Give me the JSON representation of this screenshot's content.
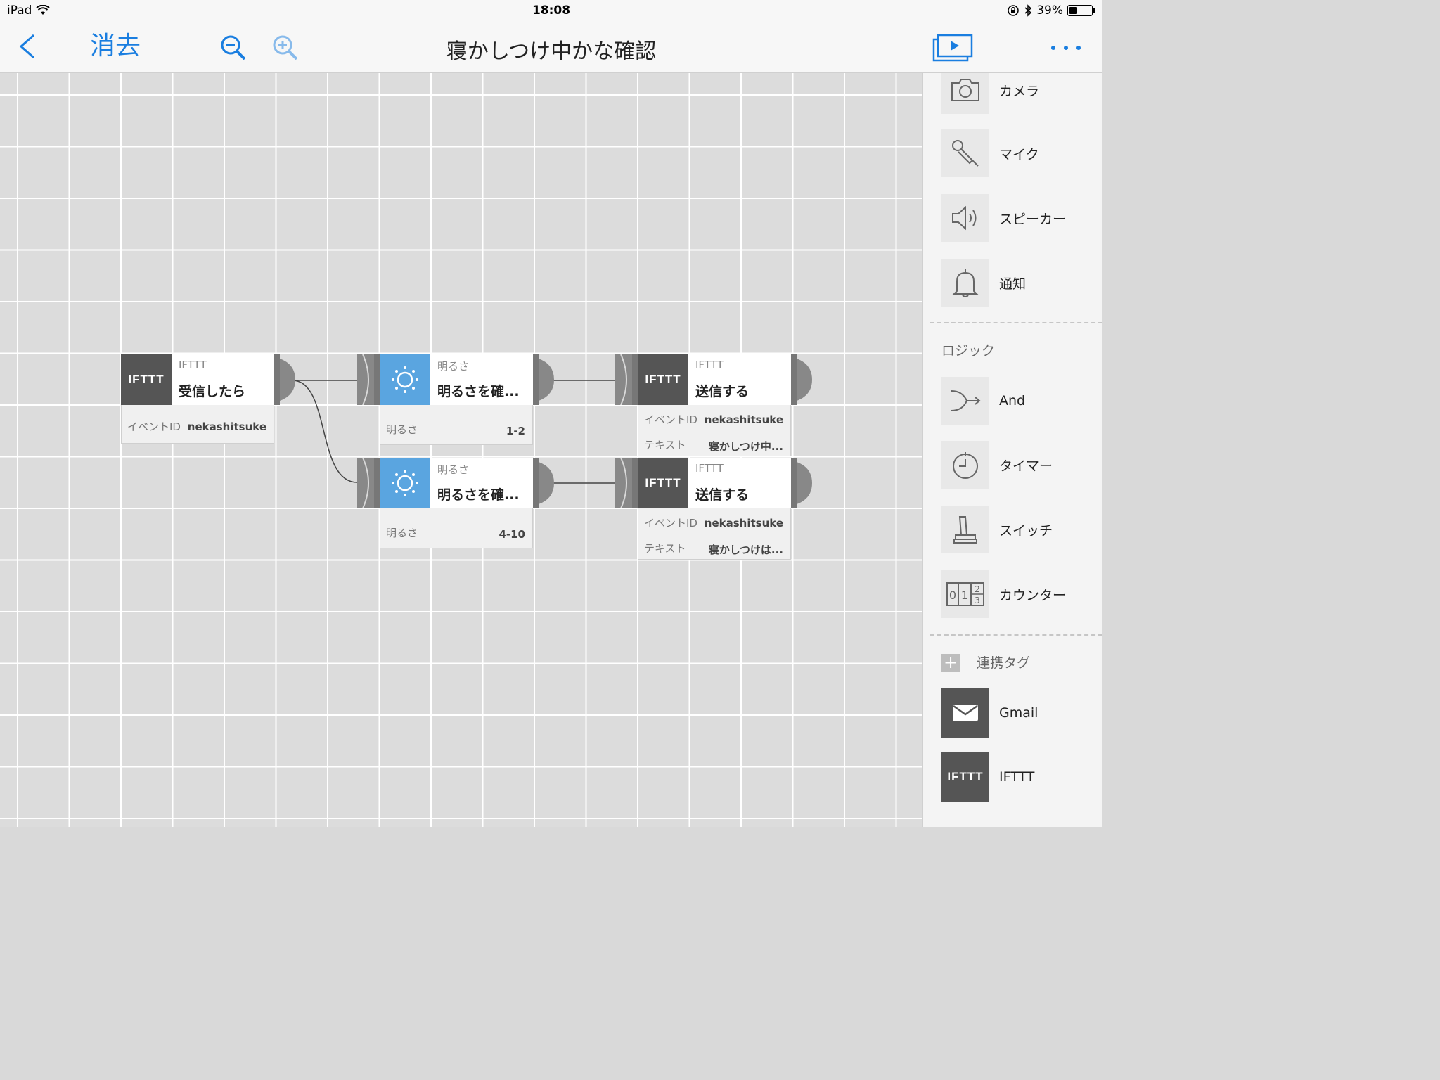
{
  "status": {
    "device": "iPad",
    "time": "18:08",
    "battery": "39%",
    "battery_level": 0.39
  },
  "nav": {
    "delete_label": "消去",
    "title": "寝かしつけ中かな確認"
  },
  "nodes": {
    "n1": {
      "category": "IFTTT",
      "name": "受信したら",
      "icon_text": "IFTTT",
      "props": [
        {
          "key": "イベントID",
          "value": "nekashitsuke"
        }
      ]
    },
    "n2": {
      "category": "明るさ",
      "name": "明るさを確...",
      "props": [
        {
          "key": "明るさ",
          "value": "1-2"
        }
      ]
    },
    "n3": {
      "category": "明るさ",
      "name": "明るさを確...",
      "props": [
        {
          "key": "明るさ",
          "value": "4-10"
        }
      ]
    },
    "n4": {
      "category": "IFTTT",
      "name": "送信する",
      "icon_text": "IFTTT",
      "props": [
        {
          "key": "イベントID",
          "value": "nekashitsuke"
        },
        {
          "key": "テキスト",
          "value": "寝かしつけ中..."
        }
      ]
    },
    "n5": {
      "category": "IFTTT",
      "name": "送信する",
      "icon_text": "IFTTT",
      "props": [
        {
          "key": "イベントID",
          "value": "nekashitsuke"
        },
        {
          "key": "テキスト",
          "value": "寝かしつけは..."
        }
      ]
    }
  },
  "sidebar": {
    "devices": [
      {
        "label": "カメラ",
        "icon": "camera-icon"
      },
      {
        "label": "マイク",
        "icon": "microphone-icon"
      },
      {
        "label": "スピーカー",
        "icon": "speaker-icon"
      },
      {
        "label": "通知",
        "icon": "bell-icon"
      }
    ],
    "logic_title": "ロジック",
    "logic": [
      {
        "label": "And",
        "icon": "and-merge-icon"
      },
      {
        "label": "タイマー",
        "icon": "timer-icon"
      },
      {
        "label": "スイッチ",
        "icon": "switch-icon"
      },
      {
        "label": "カウンター",
        "icon": "counter-icon"
      }
    ],
    "counter_digits": [
      "0",
      "1",
      "2",
      "3"
    ],
    "tags_title": "連携タグ",
    "tags_plus": "+",
    "tags": [
      {
        "label": "Gmail",
        "icon": "mail-icon"
      },
      {
        "label": "IFTTT",
        "icon": "ifttt-icon",
        "icon_text": "IFTTT"
      }
    ]
  },
  "colors": {
    "accent": "#1a7ee0",
    "dark_tile": "#555555",
    "light_tile": "#5aa5e0"
  }
}
